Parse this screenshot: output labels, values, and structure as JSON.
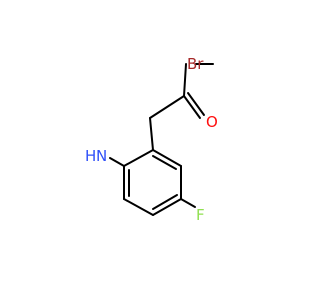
{
  "molecule": {
    "atoms": {
      "br": {
        "text": "Br",
        "color": "#a62929"
      },
      "o": {
        "text": "O",
        "color": "#ff0d0d"
      },
      "n": {
        "text": "N",
        "color": "#3050f8"
      },
      "h": {
        "text": "H",
        "color": "#3050f8"
      },
      "f": {
        "text": "F",
        "color": "#90e050"
      }
    },
    "bond_color": "#000000",
    "background": "#ffffff"
  }
}
